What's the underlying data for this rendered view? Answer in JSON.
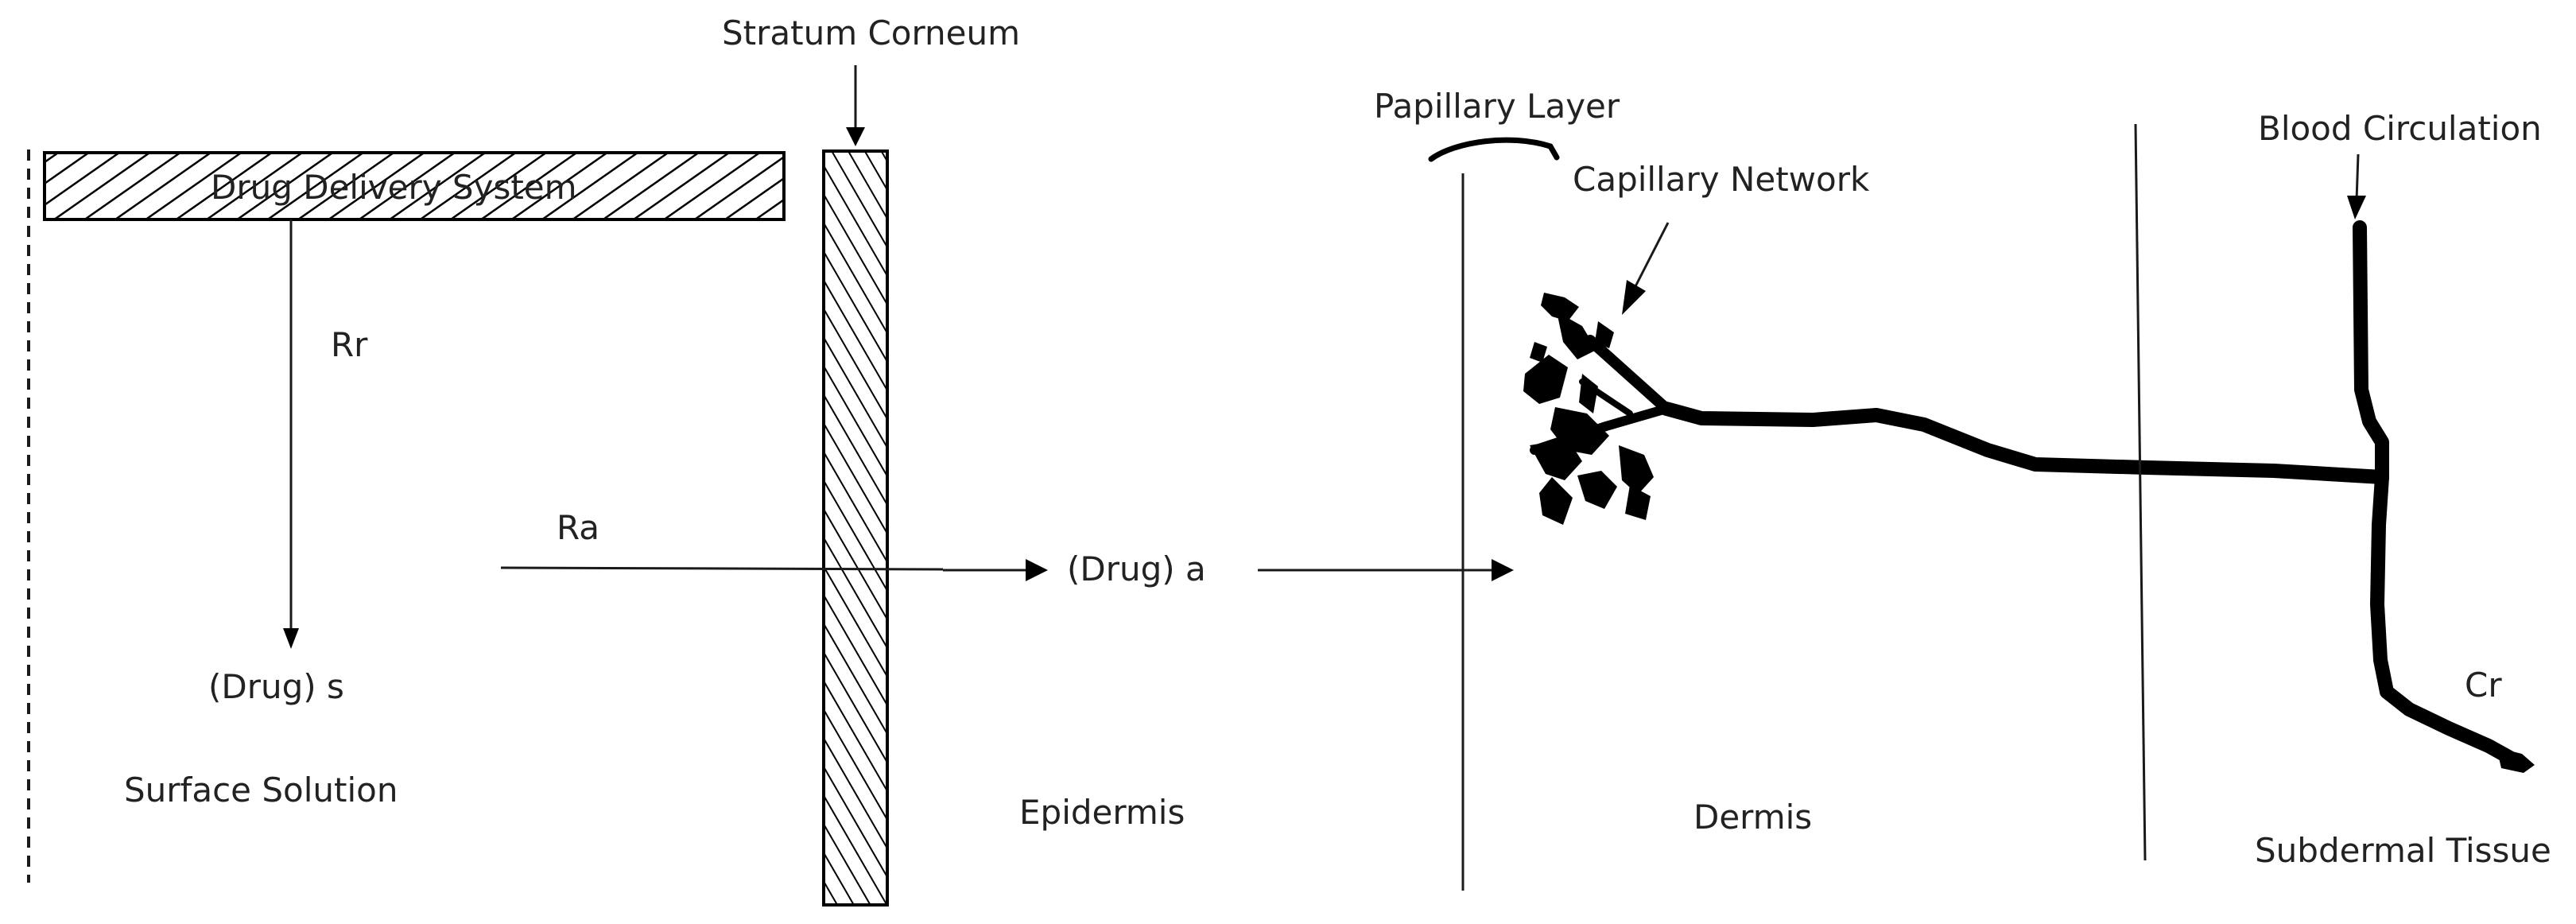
{
  "labels": {
    "stratum_corneum": "Stratum Corneum",
    "drug_delivery_system": "Drug Delivery System",
    "rr": "Rr",
    "ra": "Ra",
    "drug_s": "(Drug) s",
    "surface_solution": "Surface Solution",
    "drug_a": "(Drug) a",
    "epidermis": "Epidermis",
    "papillary_layer": "Papillary Layer",
    "capillary_network": "Capillary Network",
    "dermis": "Dermis",
    "blood_circulation": "Blood Circulation",
    "cr": "Cr",
    "subdermal_tissue": "Subdermal Tissue"
  },
  "colors": {
    "ink": "#000000",
    "text": "#222222",
    "background": "#ffffff"
  }
}
